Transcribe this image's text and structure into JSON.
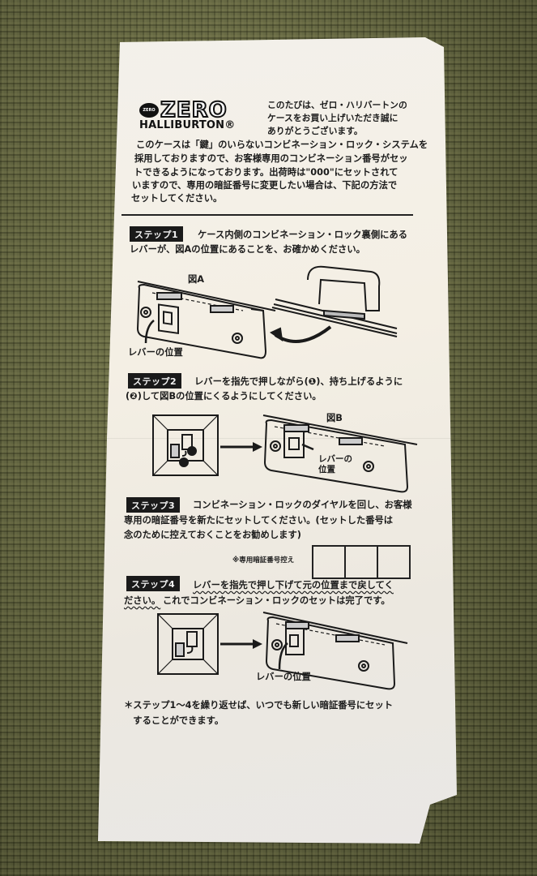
{
  "document": {
    "type": "instruction sheet",
    "brand": {
      "badge": "ZERO",
      "wordmark": "ZERO",
      "subtitle": "HALLIBURTON®"
    },
    "greeting": [
      "このたびは、ゼロ・ハリバートンの",
      "ケースをお買い上げいただき誠に",
      "ありがとうございます。"
    ],
    "intro": [
      "このケースは「鍵」のいらないコンビネーション・ロック・システムを",
      "採用しておりますので、お客様専用のコンビネーション番号がセッ",
      "トできるようになっております。出荷時は\"000\"にセットされて",
      "いますので、専用の暗証番号に変更したい場合は、下記の方法で",
      "セットしてください。"
    ],
    "steps": [
      {
        "label": "ステップ1",
        "text": [
          "ケース内側のコンビネーション・ロック裏側にある",
          "レバーが、図Aの位置にあることを、お確かめください。"
        ],
        "figure": {
          "title": "図A",
          "caption": "レバーの位置"
        }
      },
      {
        "label": "ステップ2",
        "text": [
          "レバーを指先で押しながら(❶)、持ち上げるように",
          "(❷)して図Bの位置にくるようにしてください。"
        ],
        "figure": {
          "title": "図B",
          "caption": "レバーの\n位置",
          "markers": [
            "❶",
            "❷"
          ]
        }
      },
      {
        "label": "ステップ3",
        "text": [
          "コンビネーション・ロックのダイヤルを回し、お客様",
          "専用の暗証番号を新たにセットしてください。(セットした番号は",
          "念のために控えておくことをお勧めします)"
        ],
        "memo_label": "※専用暗証番号控え",
        "memo_boxes": [
          "",
          "",
          ""
        ]
      },
      {
        "label": "ステップ4",
        "text_underlined": "レバーを指先で押し下げて元の位置まで戻してく",
        "text_underlined_2": "ださい。",
        "text_rest": "これでコンビネーション・ロックのセットは完了です。",
        "figure": {
          "caption": "レバーの位置"
        }
      }
    ],
    "footnote": [
      "＊ステップ1〜4を繰り返せば、いつでも新しい暗証番号にセット",
      "　することができます。"
    ],
    "colors": {
      "paper": "#f2efe8",
      "ink": "#1a1a1a",
      "background_fabric": "#6b6e45"
    }
  }
}
